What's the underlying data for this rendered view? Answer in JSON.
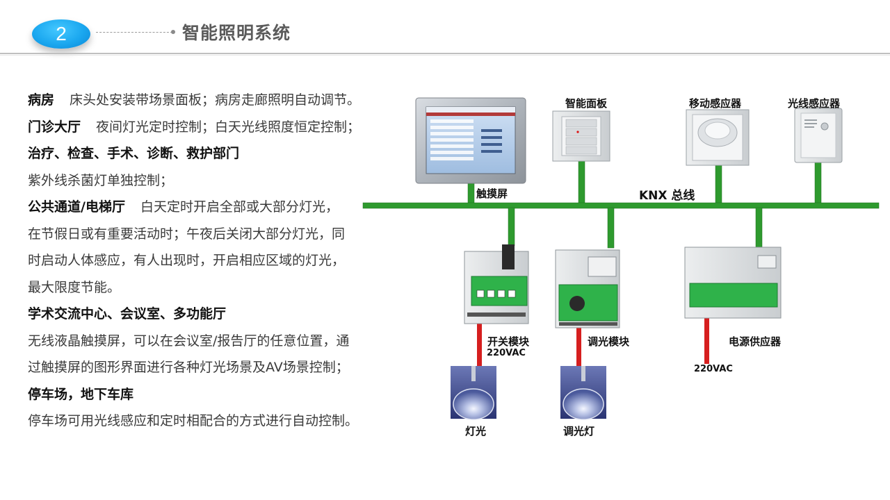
{
  "header": {
    "number": "2",
    "title": "智能照明系统"
  },
  "lines": [
    {
      "head": "病房",
      "text": "床头处安装带场景面板；病房走廊照明自动调节。"
    },
    {
      "head": "门诊大厅",
      "text": "夜间灯光定时控制；白天光线照度恒定控制；"
    },
    {
      "head": "治疗、检查、手术、诊断、救护部门",
      "text": ""
    },
    {
      "head": "",
      "text": "紫外线杀菌灯单独控制；"
    },
    {
      "head": "公共通道/电梯厅",
      "text": "白天定时开启全部或大部分灯光，"
    },
    {
      "head": "",
      "text": "在节假日或有重要活动时；午夜后关闭大部分灯光，同"
    },
    {
      "head": "",
      "text": "时启动人体感应，有人出现时，开启相应区域的灯光，"
    },
    {
      "head": "",
      "text": "最大限度节能。"
    },
    {
      "head": "学术交流中心、会议室、多功能厅",
      "text": ""
    },
    {
      "head": "",
      "text": "无线液晶触摸屏，可以在会议室/报告厅的任意位置，通"
    },
    {
      "head": "",
      "text": "过触摸屏的图形界面进行各种灯光场景及AV场景控制；"
    },
    {
      "head": "停车场，地下车库",
      "text": ""
    },
    {
      "head": "",
      "text": "停车场可用光线感应和定时相配合的方式进行自动控制。"
    }
  ],
  "diagram": {
    "bus_label": "KNX 总线",
    "touch_screen": "触摸屏",
    "smart_panel": "智能面板",
    "motion_sensor": "移动感应器",
    "light_sensor": "光线感应器",
    "switch_module": "开关模块",
    "switch_voltage": "220VAC",
    "dimmer_module": "调光模块",
    "power_supply": "电源供应器",
    "power_voltage": "220VAC",
    "lamp": "灯光",
    "dim_lamp": "调光灯"
  },
  "colors": {
    "bus": "#2e9a2e",
    "power_wire": "#d61f1f",
    "badge": "#1aa7ef"
  }
}
